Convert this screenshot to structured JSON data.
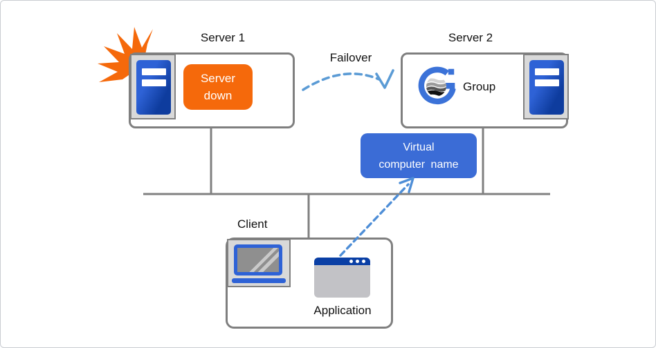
{
  "diagram": {
    "server1": {
      "title": "Server 1",
      "status_line1": "Server",
      "status_line2": "down"
    },
    "server2": {
      "title": "Server 2",
      "group_label": "Group"
    },
    "failover_label": "Failover",
    "virtual_name": {
      "line1": "Virtual",
      "line2": "computer name"
    },
    "client": {
      "title": "Client",
      "application_label": "Application"
    },
    "colors": {
      "text": "#111111",
      "orange": "#f5690b",
      "server_blue_light": "#2e62d6",
      "server_blue_dark": "#0e3c9e",
      "icon_bg": "#d9d9d9",
      "icon_border": "#808080",
      "box_border": "#7f7f7f",
      "line_gray": "#808080",
      "failover_blue": "#5b9bd5",
      "redirect_blue": "#4e8ed7",
      "virtual_blue": "#3b6cd6",
      "group_blue": "#3b72d8",
      "titlebar_navy": "#0a3fa5",
      "window_gray": "#c2c2c6"
    }
  }
}
